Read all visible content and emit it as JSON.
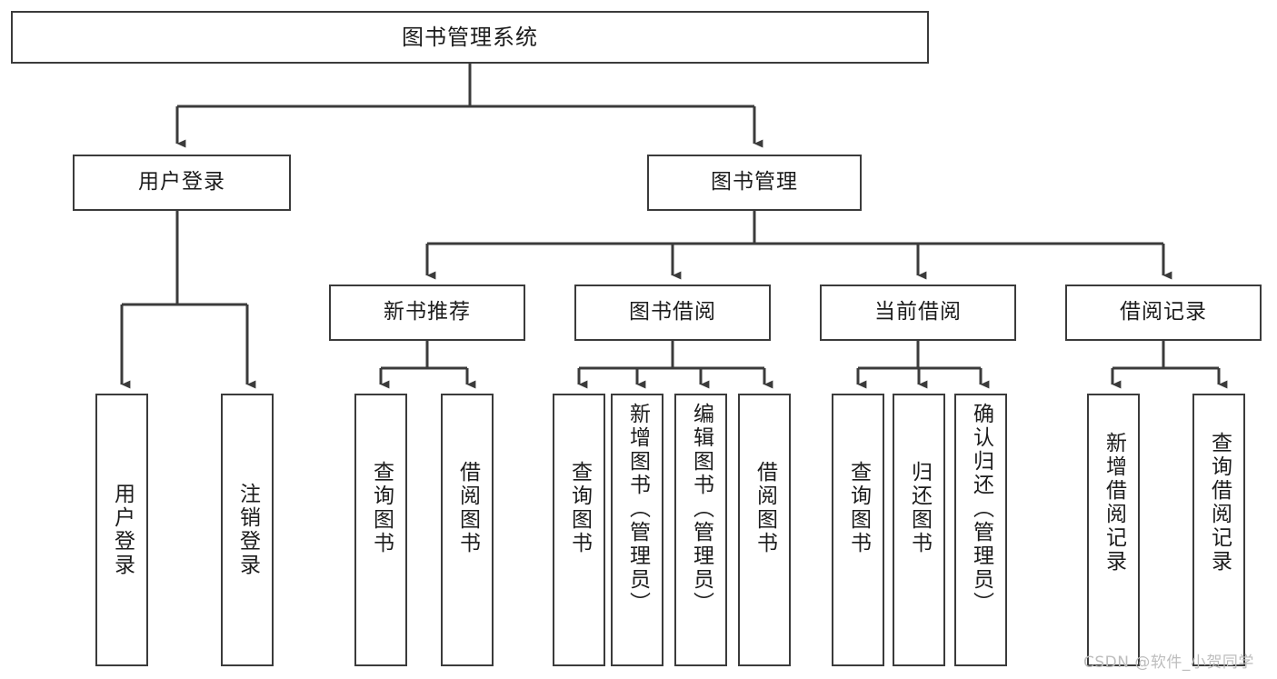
{
  "diagram": {
    "title": "图书管理系统",
    "type": "functional-structure-tree",
    "orientation": "top-down",
    "levels": 4,
    "box_stroke_color": "#3b3b3b",
    "box_fill_color": "#ffffff",
    "text_color": "#1c1c1c",
    "connector_color": "#3b3b3b"
  },
  "nodes": {
    "root": {
      "label": "图书管理系统"
    },
    "level2": [
      {
        "id": "user-login",
        "label": "用户登录"
      },
      {
        "id": "book-manage",
        "label": "图书管理"
      }
    ],
    "level3": [
      {
        "id": "new-book-recommend",
        "label": "新书推荐"
      },
      {
        "id": "book-borrow",
        "label": "图书借阅"
      },
      {
        "id": "current-borrow",
        "label": "当前借阅"
      },
      {
        "id": "borrow-record",
        "label": "借阅记录"
      }
    ],
    "leaves": {
      "user_login": [
        {
          "id": "leaf-user-login",
          "label": "用户登录"
        },
        {
          "id": "leaf-logout-login",
          "label": "注销登录"
        }
      ],
      "new_book_recommend": [
        {
          "id": "leaf-query-book-1",
          "label": "查询图书"
        },
        {
          "id": "leaf-borrow-book-1",
          "label": "借阅图书"
        }
      ],
      "book_borrow": [
        {
          "id": "leaf-query-book-2",
          "label": "查询图书"
        },
        {
          "id": "leaf-add-book-admin",
          "label": "新增图书（管理员）"
        },
        {
          "id": "leaf-edit-book-admin",
          "label": "编辑图书（管理员）"
        },
        {
          "id": "leaf-borrow-book-2",
          "label": "借阅图书"
        }
      ],
      "current_borrow": [
        {
          "id": "leaf-query-book-3",
          "label": "查询图书"
        },
        {
          "id": "leaf-return-book",
          "label": "归还图书"
        },
        {
          "id": "leaf-confirm-return-admin",
          "label": "确认归还（管理员）"
        }
      ],
      "borrow_record": [
        {
          "id": "leaf-add-borrow-record",
          "label": "新增借阅记录"
        },
        {
          "id": "leaf-query-borrow-record",
          "label": "查询借阅记录"
        }
      ]
    }
  },
  "watermark": {
    "text": "CSDN @软件_小贺同学",
    "color": "#bdbdbd"
  }
}
